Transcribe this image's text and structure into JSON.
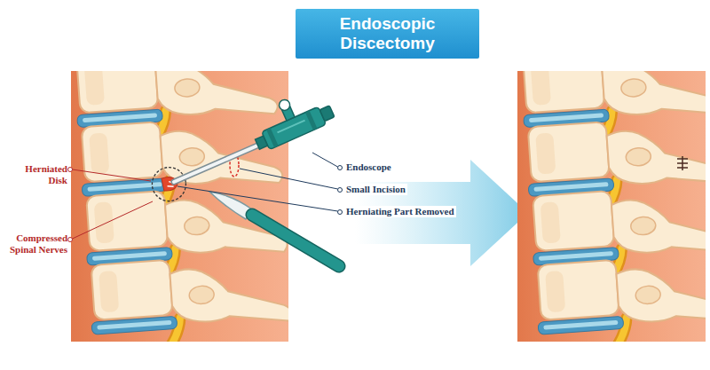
{
  "diagram": {
    "title": "Endoscopic Discectomy",
    "labels": [
      "Herniated Disk",
      "Compressed Spinal Nerves",
      "Endoscope",
      "Small Incision",
      "Herniating Part Removed"
    ]
  }
}
